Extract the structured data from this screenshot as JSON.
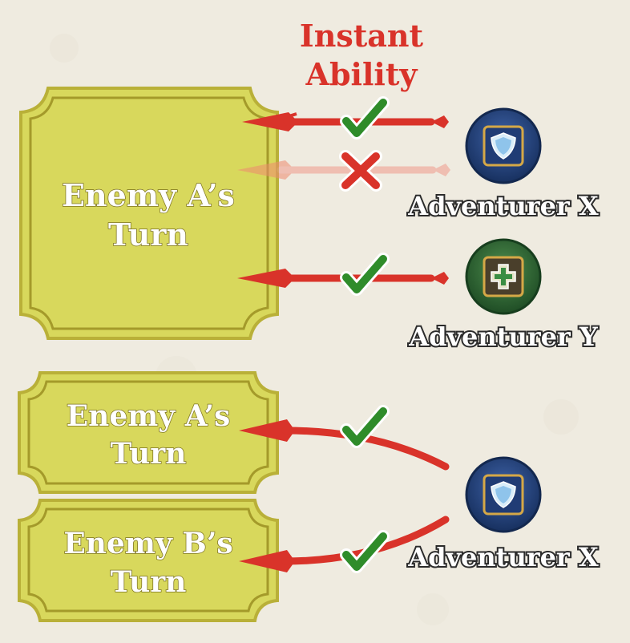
{
  "title": {
    "line1": "Instant",
    "line2": "Ability"
  },
  "colors": {
    "accent_red": "#d9332a",
    "check_green": "#2f8c2a",
    "card_fill": "#d6d65a",
    "card_border": "#a8a02c",
    "shield_token": "#1f3f7f",
    "heal_token": "#2e6b34",
    "background": "#efebe0"
  },
  "cards": {
    "top": {
      "line1": "Enemy A’s",
      "line2": "Turn"
    },
    "middle": {
      "line1": "Enemy A’s",
      "line2": "Turn"
    },
    "bottom": {
      "line1": "Enemy B’s",
      "line2": "Turn"
    }
  },
  "adventurers": {
    "x_top": {
      "label": "Adventurer X",
      "icon": "shield-icon"
    },
    "y": {
      "label": "Adventurer Y",
      "icon": "cross-heal-icon"
    },
    "x_bottom": {
      "label": "Adventurer X",
      "icon": "shield-icon"
    }
  },
  "markers": {
    "allowed": "check-icon",
    "denied": "cross-icon"
  }
}
